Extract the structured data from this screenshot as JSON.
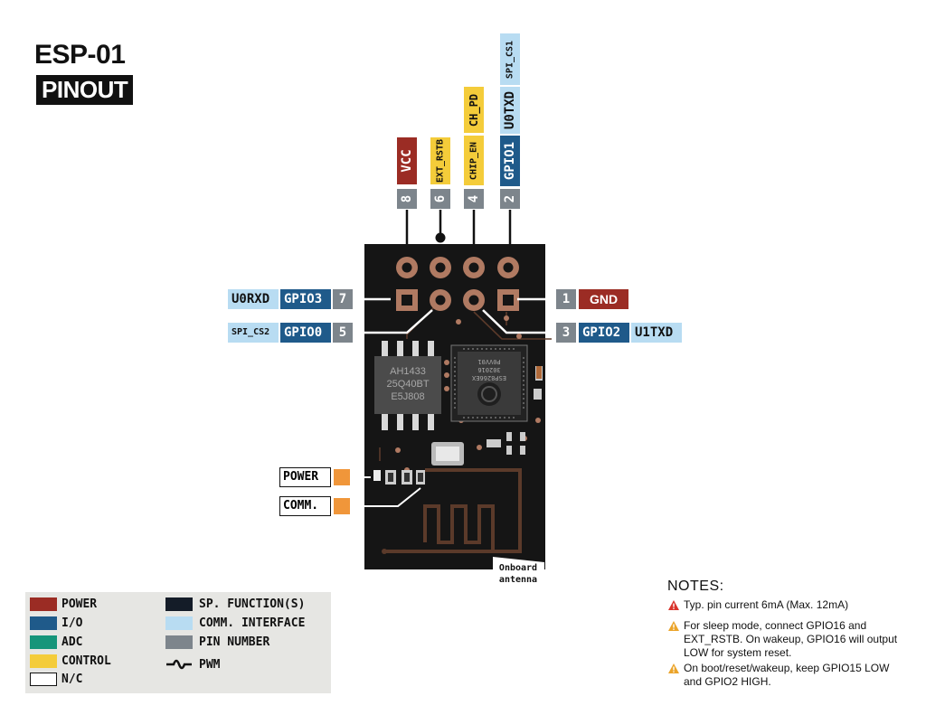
{
  "header": {
    "title": "ESP-01",
    "subtitle": "PINOUT"
  },
  "top_pins": [
    {
      "number": "8",
      "labels": [
        "VCC"
      ]
    },
    {
      "number": "6",
      "labels": [
        "EXT_RSTB"
      ]
    },
    {
      "number": "4",
      "labels": [
        "CHIP_EN",
        "CH_PD"
      ]
    },
    {
      "number": "2",
      "labels": [
        "GPIO1",
        "U0TXD",
        "SPI_CS1"
      ]
    }
  ],
  "left_pins": [
    {
      "number": "7",
      "gpio": "GPIO3",
      "alt": "U0RXD"
    },
    {
      "number": "5",
      "gpio": "GPIO0",
      "alt": "SPI_CS2"
    }
  ],
  "right_pins": [
    {
      "number": "1",
      "func": "GND"
    },
    {
      "number": "3",
      "gpio": "GPIO2",
      "alt": "U1TXD"
    }
  ],
  "board": {
    "flash_chip": [
      "AH1433",
      "25Q40BT",
      "E5J808"
    ],
    "soc_chip": [
      "ESP8266EX",
      "302016",
      "P0VV01"
    ],
    "leds": [
      "POWER",
      "COMM."
    ],
    "antenna_label": [
      "Onboard",
      "antenna"
    ]
  },
  "legend": {
    "left": [
      {
        "label": "POWER",
        "color": "#9b2c24"
      },
      {
        "label": "I/O",
        "color": "#1f5a8a"
      },
      {
        "label": "ADC",
        "color": "#16957a"
      },
      {
        "label": "CONTROL",
        "color": "#f4cc3a"
      },
      {
        "label": "N/C",
        "color": "#ffffff"
      }
    ],
    "right": [
      {
        "label": "SP. FUNCTION(S)",
        "color": "#141c28"
      },
      {
        "label": "COMM. INTERFACE",
        "color": "#b8dcf2"
      },
      {
        "label": "PIN NUMBER",
        "color": "#7d858c"
      },
      {
        "label": "PWM",
        "icon": "pwm-wave-icon"
      }
    ]
  },
  "notes": {
    "title": "NOTES:",
    "items": [
      {
        "text": "Typ. pin current 6mA (Max. 12mA)",
        "icon_color": "#d9332b"
      },
      {
        "text": "For sleep mode, connect GPIO16 and EXT_RSTB. On wakeup, GPIO16 will output LOW for system reset.",
        "icon_color": "#eba42a"
      },
      {
        "text": "On boot/reset/wakeup, keep GPIO15 LOW and GPIO2 HIGH.",
        "icon_color": "#eba42a"
      }
    ]
  }
}
